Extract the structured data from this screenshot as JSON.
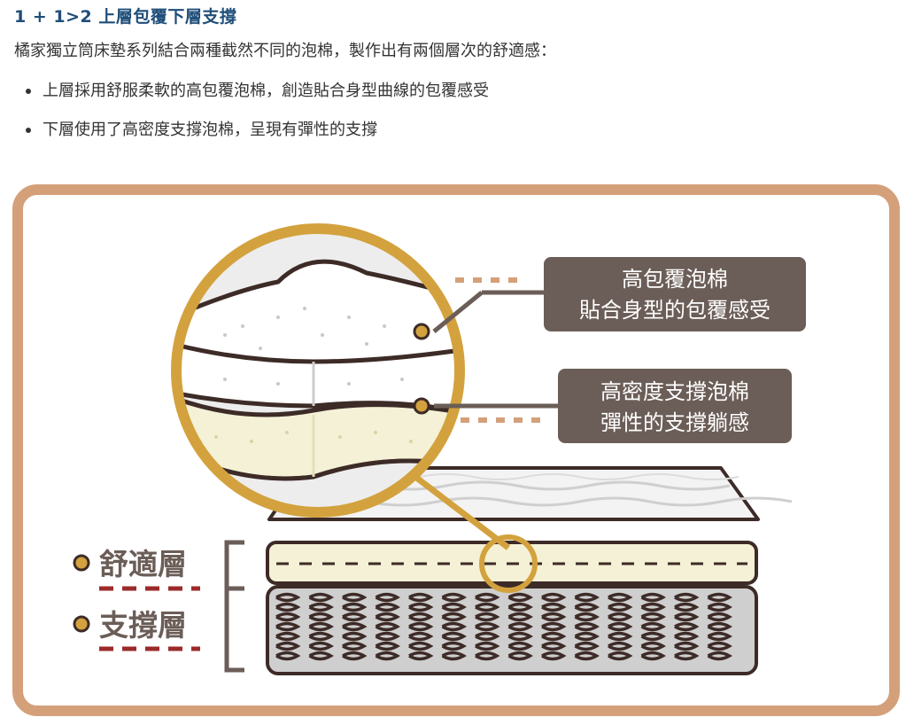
{
  "heading": "1 + 1>2 上層包覆下層支撐",
  "intro": "橘家獨立筒床墊系列結合兩種截然不同的泡棉，製作出有兩個層次的舒適感：",
  "bullets": [
    "上層採用舒服柔軟的高包覆泡棉，創造貼合身型曲線的包覆感受",
    "下層使用了高密度支撐泡棉，呈現有彈性的支撐"
  ],
  "illustration": {
    "callout_top": {
      "line1": "高包覆泡棉",
      "line2": "貼合身型的包覆感受"
    },
    "callout_bottom": {
      "line1": "高密度支撐泡棉",
      "line2": "彈性的支撐躺感"
    },
    "layer_labels": [
      "舒適層",
      "支撐層"
    ],
    "colors": {
      "frame": "#d4a07a",
      "ring": "#d3a23e",
      "callout_bg": "#6b5d57",
      "label_text": "#6b5d57",
      "dash_red": "#9c2a2a",
      "outline": "#3d2b27",
      "comfort_layer": "#f4f1d6"
    }
  }
}
